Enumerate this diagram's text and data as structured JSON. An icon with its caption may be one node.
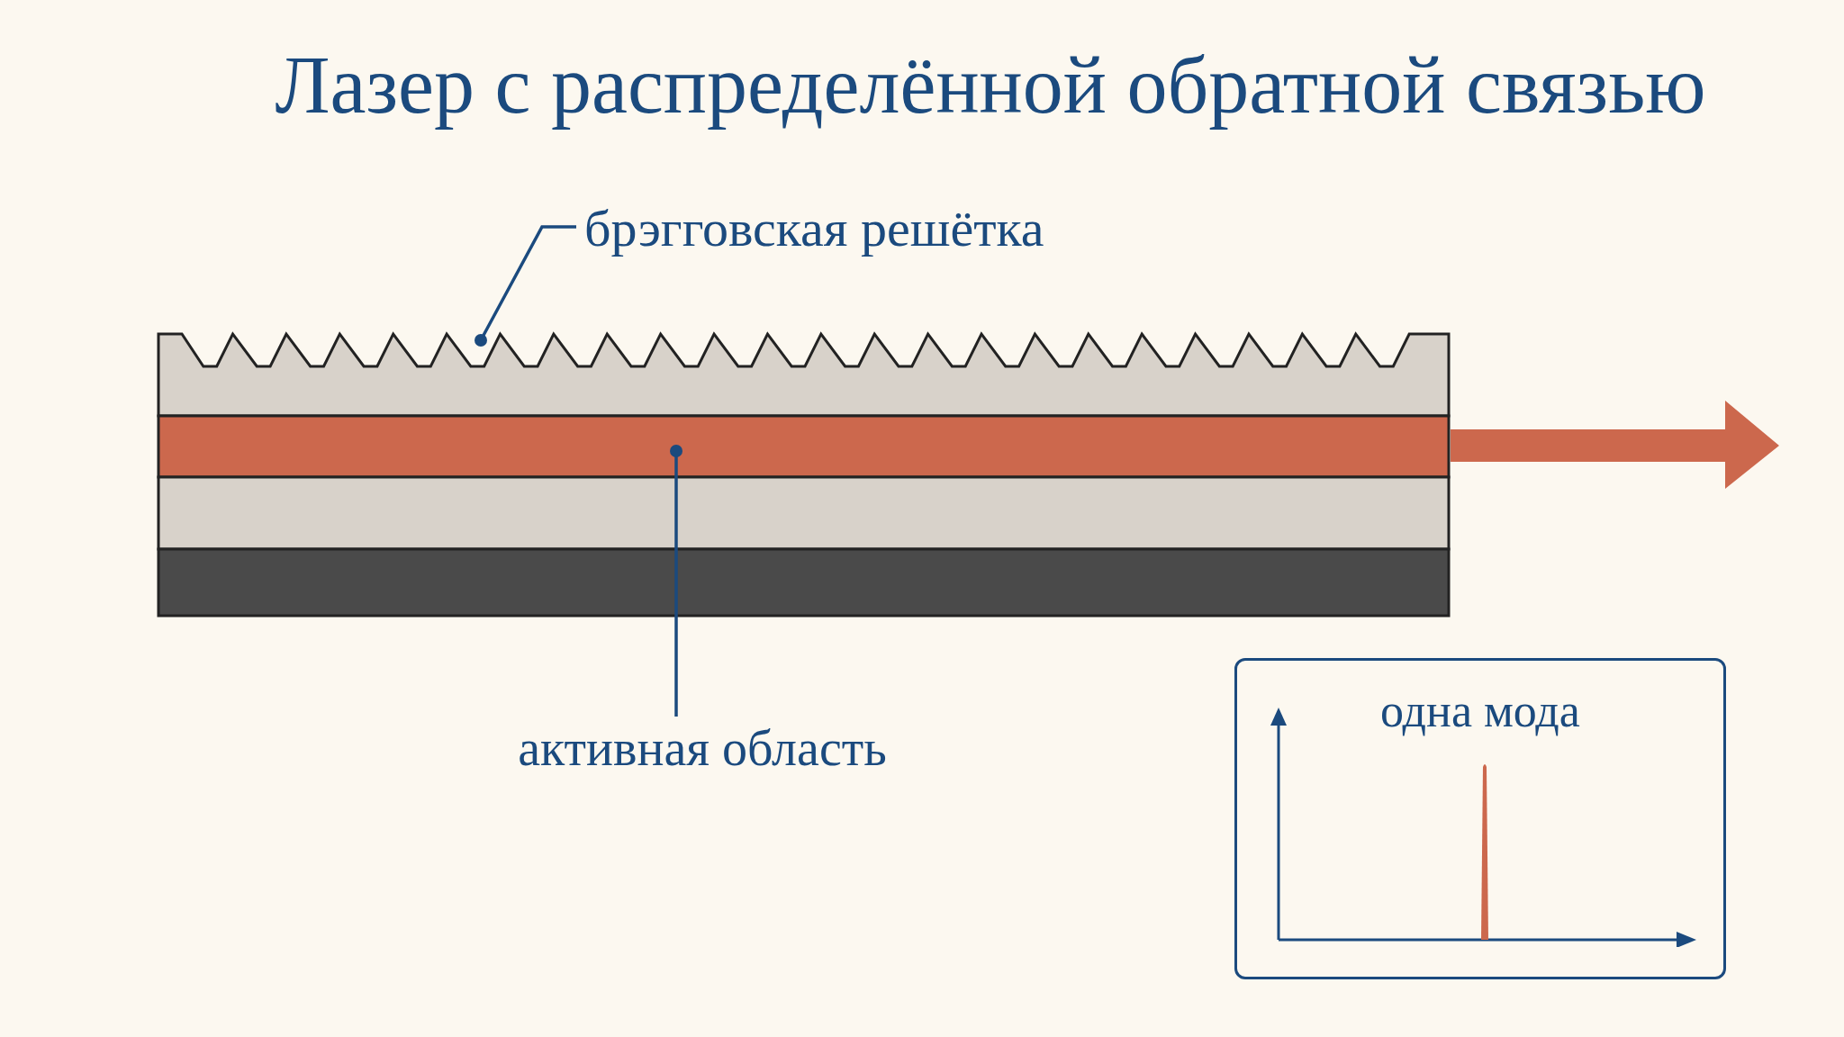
{
  "diagram": {
    "title": "Лазер с распределённой обратной связью",
    "nodes": [
      {
        "text": [
          "брэгговская решётка"
        ]
      },
      {
        "text": [],
        "shape": "bar"
      },
      {
        "text": [],
        "shape": "bar"
      },
      {
        "text": [],
        "shape": "bar"
      },
      {
        "text": [],
        "shape": "bar"
      },
      {
        "text": [
          "активная область"
        ]
      },
      {
        "text": [
          "одна мода"
        ]
      }
    ],
    "edges": [
      {
        "from": 0,
        "to": 1,
        "arrow": "other"
      },
      {
        "from": 5,
        "to": 2,
        "arrow": "other"
      }
    ]
  }
}
